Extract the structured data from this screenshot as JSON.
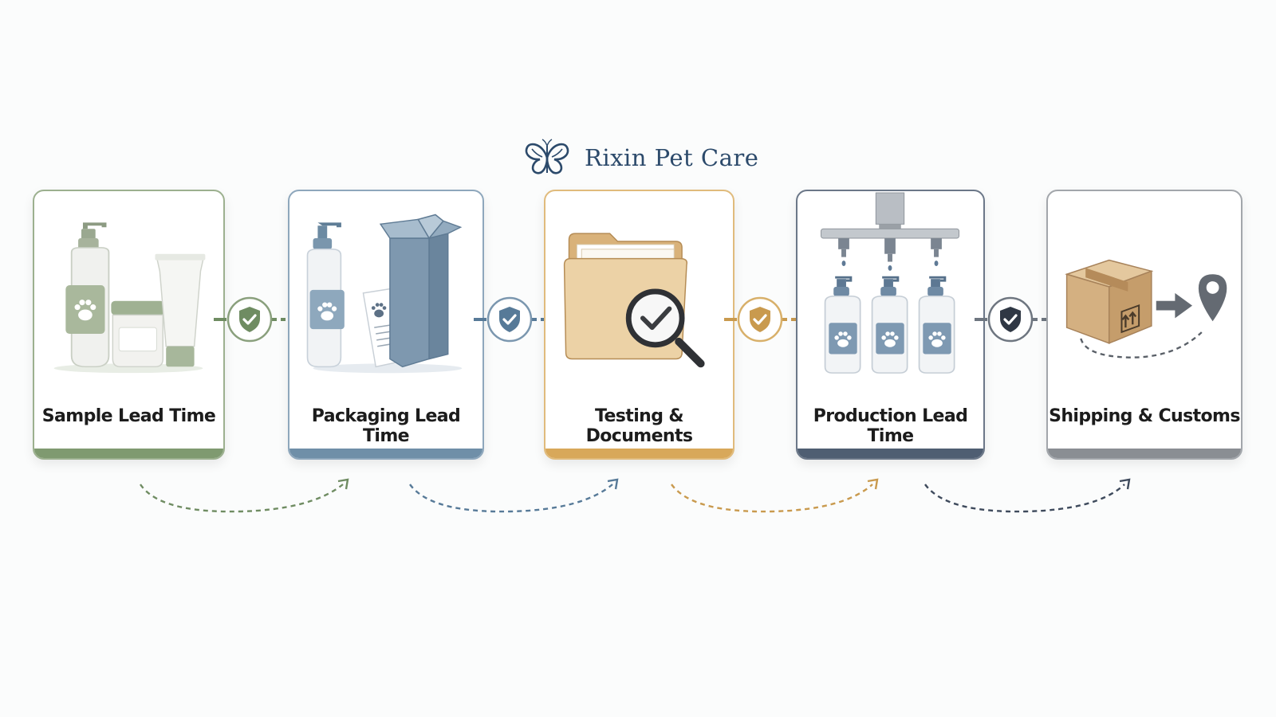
{
  "brand": {
    "name": "Rixin Pet Care",
    "logo_icon": "butterfly-logo-icon",
    "color": "#2c4a6b"
  },
  "steps": [
    {
      "label": "Sample Lead Time",
      "icon": "pet-care-products-icon",
      "accent": "#7f9a70"
    },
    {
      "label": "Packaging Lead Time",
      "icon": "bottle-and-box-icon",
      "accent": "#6f8fa8"
    },
    {
      "label": "Testing & Documents",
      "icon": "folder-magnifier-icon",
      "accent": "#d8a85a"
    },
    {
      "label": "Production Lead Time",
      "icon": "filling-machine-icon",
      "accent": "#4f5e72"
    },
    {
      "label": "Shipping & Customs",
      "icon": "parcel-to-location-icon",
      "accent": "#8a8e93"
    }
  ],
  "connectors": [
    {
      "icon": "shield-check-icon",
      "color": "#6f8c62"
    },
    {
      "icon": "shield-check-icon",
      "color": "#577a98"
    },
    {
      "icon": "shield-check-icon",
      "color": "#c99a4e"
    },
    {
      "icon": "shield-check-icon",
      "color": "#3e4a5c"
    }
  ],
  "arrow_colors": [
    "#6f8c62",
    "#577a98",
    "#c99a4e",
    "#3e4a5c"
  ]
}
